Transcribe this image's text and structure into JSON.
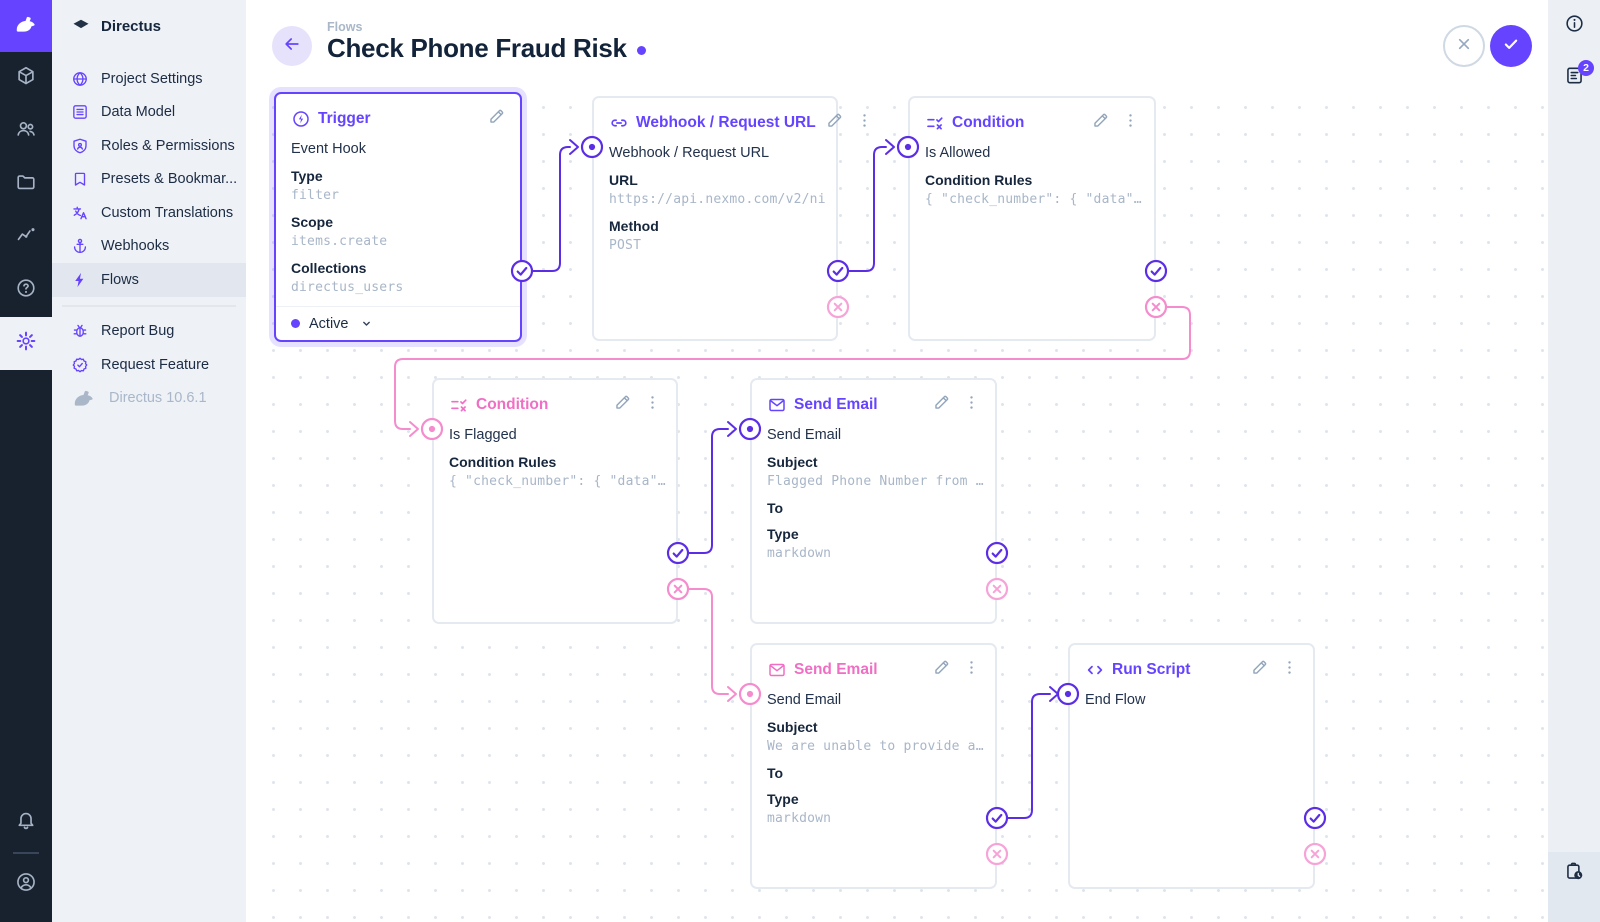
{
  "colors": {
    "accent": "#6644ff",
    "pink_accent": "#f06ec4",
    "wire_purple": "#5b2ee6",
    "wire_pink": "#f58ccd",
    "ring_pink_idle": "#f6a3d8"
  },
  "module_bar": {
    "modules": [
      {
        "icon": "cube",
        "name": "content"
      },
      {
        "icon": "users",
        "name": "user-directory"
      },
      {
        "icon": "folder",
        "name": "file-library"
      },
      {
        "icon": "pulse",
        "name": "insights"
      },
      {
        "icon": "help",
        "name": "documentation"
      },
      {
        "icon": "gear",
        "name": "settings",
        "active": true
      }
    ],
    "bottom": [
      {
        "icon": "bell",
        "name": "notifications"
      },
      {
        "icon": "avatar",
        "name": "account"
      }
    ]
  },
  "sidebar": {
    "project": "Directus",
    "items": [
      {
        "icon": "globe",
        "label": "Project Settings"
      },
      {
        "icon": "table",
        "label": "Data Model"
      },
      {
        "icon": "shield",
        "label": "Roles & Permissions"
      },
      {
        "icon": "bookmark",
        "label": "Presets & Bookmar..."
      },
      {
        "icon": "translate",
        "label": "Custom Translations"
      },
      {
        "icon": "anchor",
        "label": "Webhooks"
      },
      {
        "icon": "bolt",
        "label": "Flows",
        "active": true
      }
    ],
    "secondary": [
      {
        "icon": "bug",
        "label": "Report Bug"
      },
      {
        "icon": "badge",
        "label": "Request Feature"
      }
    ],
    "version": "Directus 10.6.1"
  },
  "header": {
    "breadcrumb": "Flows",
    "title": "Check Phone Fraud Risk"
  },
  "right_sidebar": {
    "badge_count": "2"
  },
  "panels": [
    {
      "id": "trigger",
      "icon": "trigger",
      "title": "Trigger",
      "color": "purple",
      "selected": true,
      "menu": false,
      "connectors": {
        "input": null,
        "resolve": "connected",
        "reject": null
      },
      "rows": [
        {
          "t": "text",
          "v": "Event Hook"
        },
        {
          "t": "field",
          "label": "Type",
          "value": "filter"
        },
        {
          "t": "field",
          "label": "Scope",
          "value": "items.create"
        },
        {
          "t": "field",
          "label": "Collections",
          "value": "directus_users"
        }
      ],
      "footer": {
        "status": "Active"
      }
    },
    {
      "id": "webhook",
      "icon": "link",
      "title": "Webhook / Request URL",
      "color": "purple",
      "menu": true,
      "connectors": {
        "input": "purple",
        "resolve": "connected",
        "reject": "idle"
      },
      "rows": [
        {
          "t": "text",
          "v": "Webhook / Request URL"
        },
        {
          "t": "field",
          "label": "URL",
          "value": "https://api.nexmo.com/v2/ni"
        },
        {
          "t": "field",
          "label": "Method",
          "value": "POST"
        }
      ]
    },
    {
      "id": "cond1",
      "icon": "rule",
      "title": "Condition",
      "color": "purple",
      "menu": true,
      "connectors": {
        "input": "purple",
        "resolve": "idle",
        "reject": "connected"
      },
      "rows": [
        {
          "t": "text",
          "v": "Is Allowed"
        },
        {
          "t": "field",
          "label": "Condition Rules",
          "value": "{ \"check_number\": { \"data\"…"
        }
      ]
    },
    {
      "id": "cond2",
      "icon": "rule",
      "title": "Condition",
      "color": "pink",
      "menu": true,
      "connectors": {
        "input": "pink",
        "resolve": "connected",
        "reject": "connected"
      },
      "rows": [
        {
          "t": "text",
          "v": "Is Flagged"
        },
        {
          "t": "field",
          "label": "Condition Rules",
          "value": "{ \"check_number\": { \"data\"…"
        }
      ]
    },
    {
      "id": "email1",
      "icon": "mail",
      "title": "Send Email",
      "color": "purple",
      "menu": true,
      "connectors": {
        "input": "purple",
        "resolve": "idle",
        "reject": "idle"
      },
      "rows": [
        {
          "t": "text",
          "v": "Send Email"
        },
        {
          "t": "field",
          "label": "Subject",
          "value": "Flagged Phone Number from …"
        },
        {
          "t": "field",
          "label": "To",
          "value": ""
        },
        {
          "t": "field",
          "label": "Type",
          "value": "markdown"
        }
      ]
    },
    {
      "id": "email2",
      "icon": "mail",
      "title": "Send Email",
      "color": "pink",
      "menu": true,
      "connectors": {
        "input": "pink",
        "resolve": "connected",
        "reject": "idle"
      },
      "rows": [
        {
          "t": "text",
          "v": "Send Email"
        },
        {
          "t": "field",
          "label": "Subject",
          "value": "We are unable to provide a…"
        },
        {
          "t": "field",
          "label": "To",
          "value": ""
        },
        {
          "t": "field",
          "label": "Type",
          "value": "markdown"
        }
      ]
    },
    {
      "id": "script",
      "icon": "code",
      "title": "Run Script",
      "color": "purple",
      "menu": true,
      "connectors": {
        "input": "purple",
        "resolve": "idle",
        "reject": "idle"
      },
      "rows": [
        {
          "t": "text",
          "v": "End Flow"
        }
      ]
    }
  ]
}
